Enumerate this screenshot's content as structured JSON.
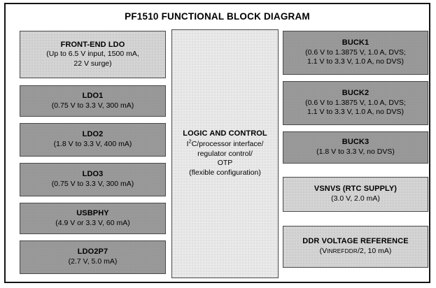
{
  "diagram": {
    "title": "PF1510 FUNCTIONAL BLOCK DIAGRAM",
    "colors": {
      "block_light": "#d4d4d4",
      "block_dark": "#999999",
      "block_center": "#e9e9e9",
      "border": "#4a4a4a",
      "frame_border": "#141414",
      "background": "#ffffff",
      "text": "#000000"
    },
    "left_column": [
      {
        "name": "FRONT-END LDO",
        "desc_lines": [
          "(Up to 6.5 V input, 1500 mA,",
          "22 V surge)"
        ],
        "shade": "light"
      },
      {
        "name": "LDO1",
        "desc_lines": [
          "(0.75 V to 3.3 V, 300 mA)"
        ],
        "shade": "dark"
      },
      {
        "name": "LDO2",
        "desc_lines": [
          "(1.8 V to 3.3 V, 400 mA)"
        ],
        "shade": "dark"
      },
      {
        "name": "LDO3",
        "desc_lines": [
          "(0.75 V to 3.3 V, 300 mA)"
        ],
        "shade": "dark"
      },
      {
        "name": "USBPHY",
        "desc_lines": [
          "(4.9 V or 3.3 V, 60 mA)"
        ],
        "shade": "dark"
      },
      {
        "name": "LDO2P7",
        "desc_lines": [
          "(2.7 V, 5.0 mA)"
        ],
        "shade": "dark"
      }
    ],
    "center_block": {
      "name": "LOGIC AND CONTROL",
      "desc_lines": [
        "I2C/processor interface/",
        "regulator control/",
        "OTP",
        "(flexible configuration)"
      ],
      "shade": "center"
    },
    "right_column": [
      {
        "name": "BUCK1",
        "desc_lines": [
          "(0.6 V to 1.3875 V, 1.0 A, DVS;",
          "1.1 V to 3.3 V, 1.0 A, no DVS)"
        ],
        "shade": "dark"
      },
      {
        "name": "BUCK2",
        "desc_lines": [
          "(0.6 V to 1.3875 V, 1.0 A, DVS;",
          "1.1 V to 3.3 V, 1.0 A, no DVS)"
        ],
        "shade": "dark"
      },
      {
        "name": "BUCK3",
        "desc_lines": [
          "(1.8 V to 3.3 V, no DVS)"
        ],
        "shade": "dark"
      },
      {
        "name": "VSNVS (RTC SUPPLY)",
        "desc_lines": [
          "(3.0 V, 2.0 mA)"
        ],
        "shade": "light"
      },
      {
        "name": "DDR VOLTAGE REFERENCE",
        "desc_lines": [
          "(VINREFDDR/2, 10 mA)"
        ],
        "shade": "light"
      }
    ]
  }
}
